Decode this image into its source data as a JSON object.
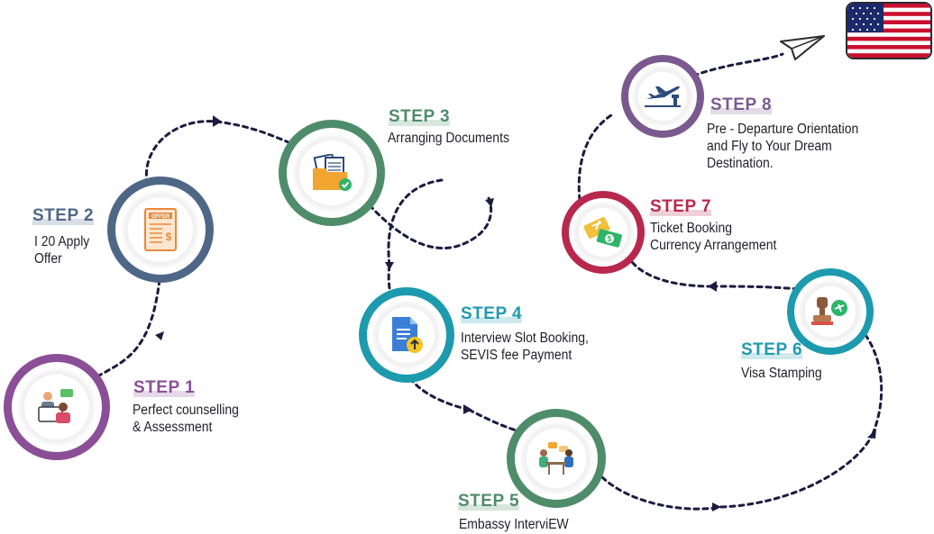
{
  "colors": {
    "path": "#1d1b3f",
    "step1": "#8a4f96",
    "step2": "#4f6787",
    "step3": "#4e8c6a",
    "step4": "#1e9aae",
    "step5": "#4e8c6a",
    "step6": "#1e9aae",
    "step7": "#b8284d",
    "step8": "#7a5a8e"
  },
  "steps": [
    {
      "title": "STEP 1",
      "lines": [
        "Perfect counselling",
        "& Assessment"
      ],
      "icon": "counselling-icon"
    },
    {
      "title": "STEP 2",
      "lines": [
        "I 20 Apply",
        "Offer"
      ],
      "icon": "offer-document-icon"
    },
    {
      "title": "STEP 3",
      "lines": [
        "Arranging Documents"
      ],
      "icon": "documents-folder-icon"
    },
    {
      "title": "STEP 4",
      "lines": [
        "Interview Slot Booking,",
        "SEVIS fee Payment"
      ],
      "icon": "upload-document-icon"
    },
    {
      "title": "STEP 5",
      "lines": [
        "Embassy InterviEW"
      ],
      "icon": "interview-icon"
    },
    {
      "title": "STEP 6",
      "lines": [
        "Visa Stamping"
      ],
      "icon": "stamp-icon"
    },
    {
      "title": "STEP 7",
      "lines": [
        "Ticket Booking",
        "Currency Arrangement"
      ],
      "icon": "ticket-currency-icon"
    },
    {
      "title": "STEP 8",
      "lines": [
        "Pre - Departure Orientation",
        "and  Fly to Your Dream",
        "Destination."
      ],
      "icon": "airplane-departure-icon"
    }
  ]
}
